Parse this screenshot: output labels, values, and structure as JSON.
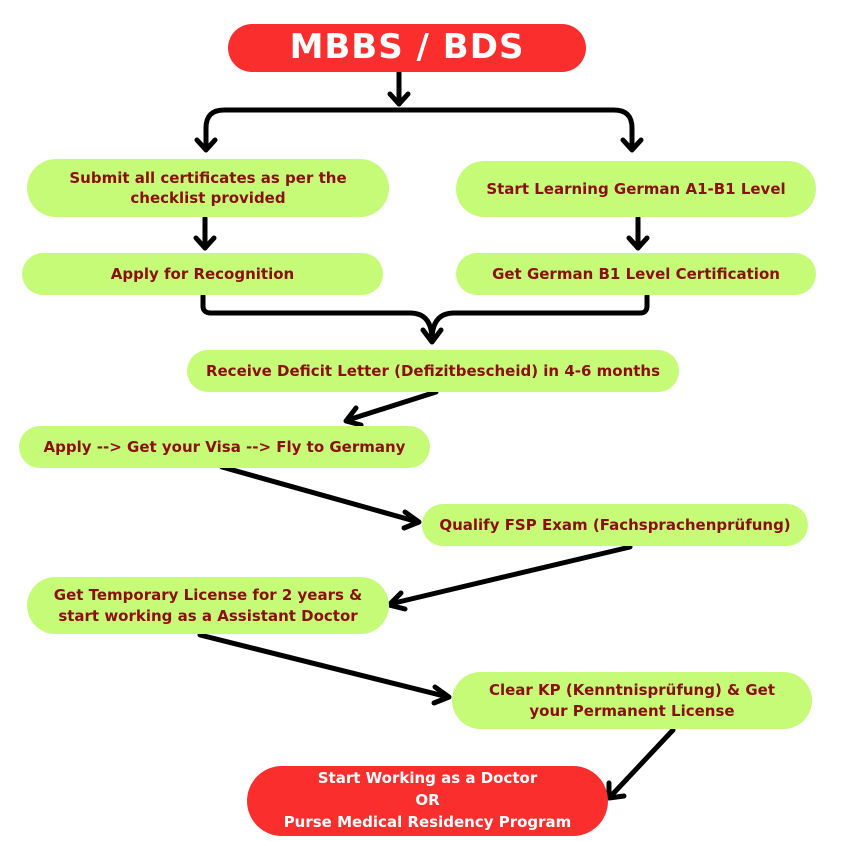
{
  "diagram": {
    "title": "MBBS / BDS",
    "colors": {
      "green_node": "#c6fb77",
      "green_text": "#8b0f0f",
      "red_node": "#fb2e2e",
      "red_text": "#ffffff",
      "arrow": "#000000"
    },
    "nodes": {
      "submit_certificates": {
        "line1": "Submit all certificates as per the",
        "line2": "checklist provided"
      },
      "apply_recognition": "Apply for Recognition",
      "learn_german": "Start Learning German A1-B1 Level",
      "b1_certification": "Get German B1 Level Certification",
      "deficit_letter": "Receive Deficit Letter (Defizitbescheid) in 4-6 months",
      "visa": "Apply --> Get your Visa --> Fly to Germany",
      "fsp_exam": "Qualify FSP Exam (Fachsprachenprüfung)",
      "temporary_license": {
        "line1": "Get Temporary License for 2 years &",
        "line2": "start working as a Assistant Doctor"
      },
      "kp_exam": {
        "line1": "Clear KP (Kenntnisprüfung) & Get",
        "line2": "your Permanent License"
      },
      "final": {
        "line1": "Start Working as a Doctor",
        "line2": "OR",
        "line3": "Purse Medical Residency Program"
      }
    }
  }
}
